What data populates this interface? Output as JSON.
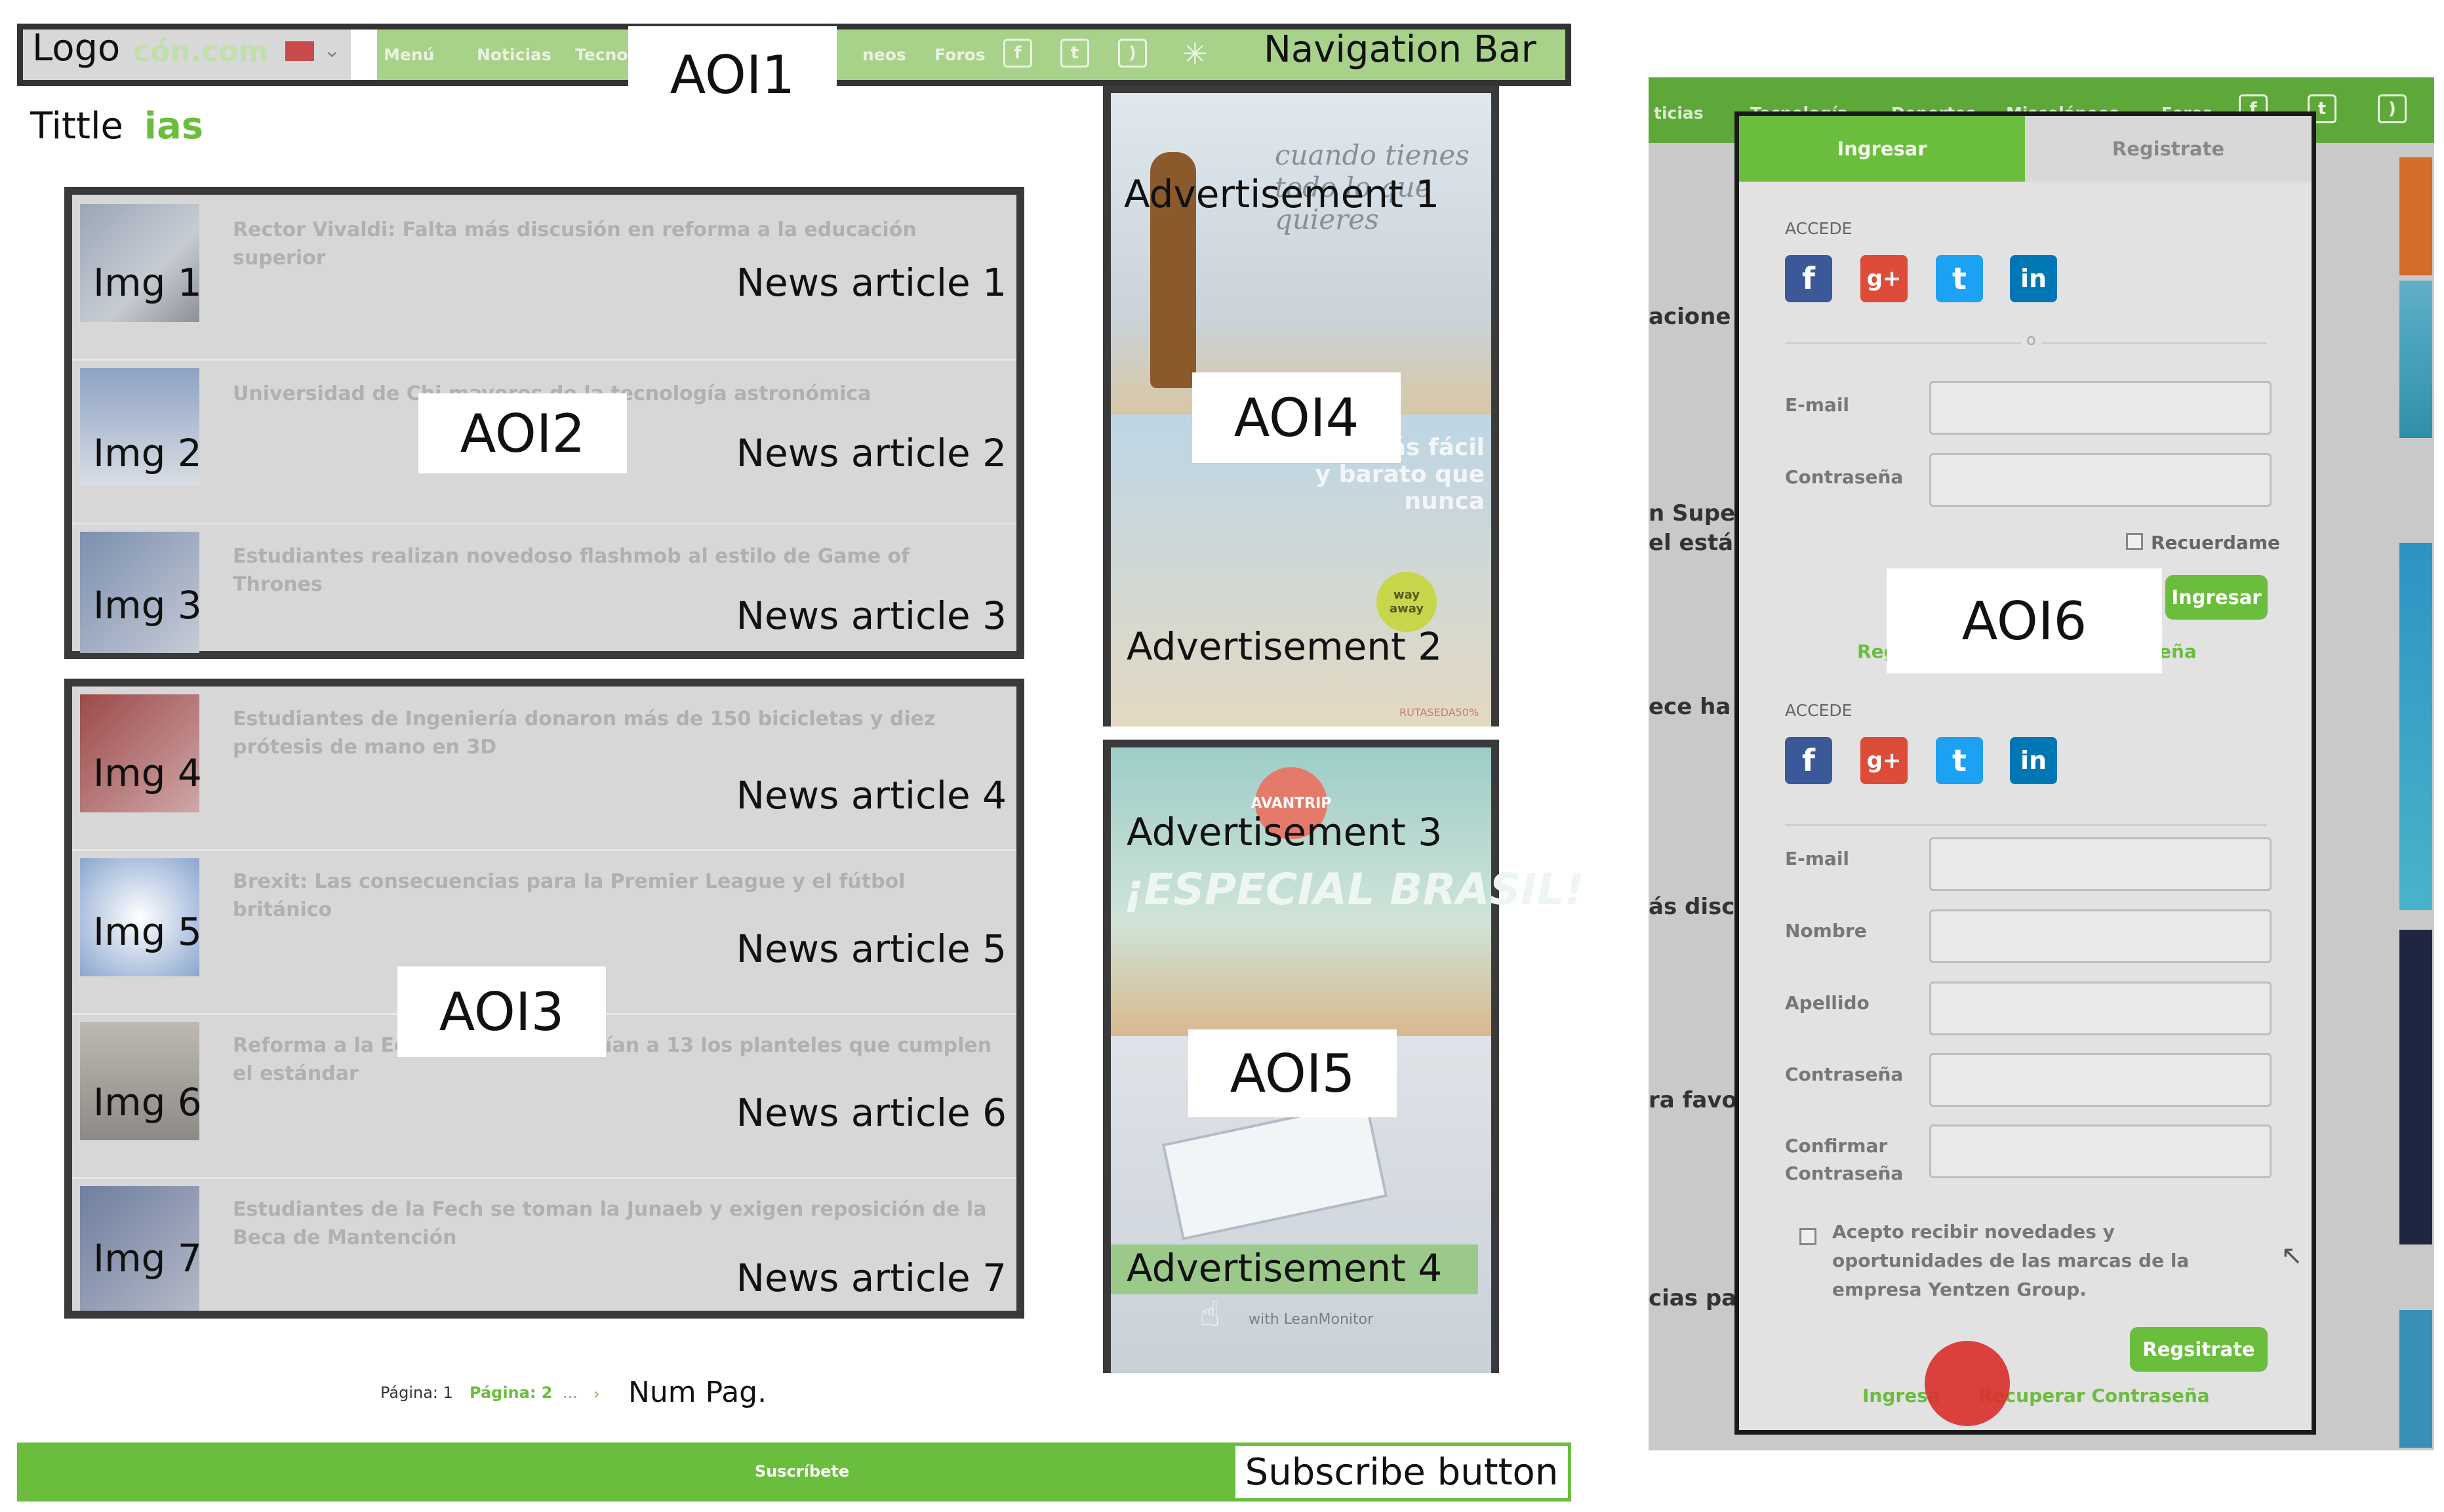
{
  "nav": {
    "logo_label": "Logo",
    "logo_faded": "cón.com",
    "aoi_label": "AOI1",
    "label": "Navigation Bar",
    "items": [
      "Menú",
      "Noticias",
      "Tecnolog",
      "neos",
      "Foros"
    ],
    "icons": [
      "facebook-icon",
      "twitter-icon",
      "rss-icon",
      "share-icon"
    ]
  },
  "title": {
    "prefix": "Tittle",
    "suffix": "ias"
  },
  "aoi2": {
    "label": "AOI2",
    "articles": [
      {
        "img": "Img 1",
        "text": "Rector Vivaldi: Falta más discusión en reforma a la educación superior",
        "label": "News article 1"
      },
      {
        "img": "Img 2",
        "text": "Universidad de Chi               mayores de la tecnología astronómica",
        "label": "News article 2"
      },
      {
        "img": "Img 3",
        "text": "Estudiantes realizan novedoso flashmob al estilo de Game of Thrones",
        "label": "News article 3"
      }
    ]
  },
  "aoi3": {
    "label": "AOI3",
    "articles": [
      {
        "img": "Img 4",
        "text": "Estudiantes de Ingeniería donaron más de 150 bicicletas y diez prótesis de mano en 3D",
        "label": "News article 4"
      },
      {
        "img": "Img 5",
        "text": "Brexit: Las consecuencias para la Premier League y el fútbol británico",
        "label": "News article 5"
      },
      {
        "img": "Img 6",
        "text": "Reforma a la Ed              xigencias reducirían a 13 los planteles que cumplen el estándar",
        "label": "News article 6"
      },
      {
        "img": "Img 7",
        "text": "Estudiantes de la Fech se toman la Junaeb y exigen reposición de la Beca de Mantención",
        "label": "News article 7"
      }
    ]
  },
  "aoi4": {
    "label": "AOI4",
    "ad1": "Advertisement 1",
    "ad2": "Advertisement 2",
    "ad1_script": "cuando tienes todo lo que quieres",
    "ad2_text": "r libre más fácil y barato que nunca",
    "ad2_brand": "way away",
    "ad2_code": "RUTASEDA50%"
  },
  "aoi5": {
    "label": "AOI5",
    "ad3": "Advertisement 3",
    "ad3_promo": "¡ESPECIAL BRASIL!",
    "ad3_brand": "AVANTRIP",
    "ad4": "Advertisement 4",
    "ad4_brand": "with LeanMonitor"
  },
  "pagination": {
    "page1": "Página: 1",
    "page2": "Página: 2",
    "dots": "...",
    "label": "Num Pag."
  },
  "subscribe": {
    "button": "Suscríbete",
    "label": "Subscribe button"
  },
  "right": {
    "nav_items": [
      "ticias",
      "Tecnología",
      "Deportes",
      "Misceláneos",
      "Foros"
    ],
    "side_texts": [
      "acione",
      "n Super",
      "el está",
      "ece ha",
      "ás disc",
      "ra favo",
      "cias pa"
    ],
    "modal": {
      "tab_login": "Ingresar",
      "tab_register": "Registrate",
      "accede": "ACCEDE",
      "or": "o",
      "email_label": "E-mail",
      "password_label": "Contraseña",
      "remember": "Recuerdame",
      "login_button": "Ingresar",
      "register_link_partial": "Reg",
      "forgot_partial": "eña",
      "aoi_label": "AOI6",
      "accede2": "ACCEDE",
      "email2_label": "E-mail",
      "name_label": "Nombre",
      "surname_label": "Apellido",
      "password2_label": "Contraseña",
      "confirm_label": "Confirmar Contraseña",
      "consent": "Acepto recibir novedades y oportunidades de las marcas de la empresa Yentzen Group.",
      "register_button": "Regsitrate",
      "footer_login": "Ingresa",
      "footer_recover": "Recuperar Contraseña"
    }
  },
  "colors": {
    "green": "#6bbd3e",
    "nav_green": "#5ea83a",
    "facebook": "#3b5998",
    "google": "#dd4b39",
    "twitter": "#1da1f2",
    "linkedin": "#0077b5",
    "gaze_dot": "#d9302c"
  }
}
